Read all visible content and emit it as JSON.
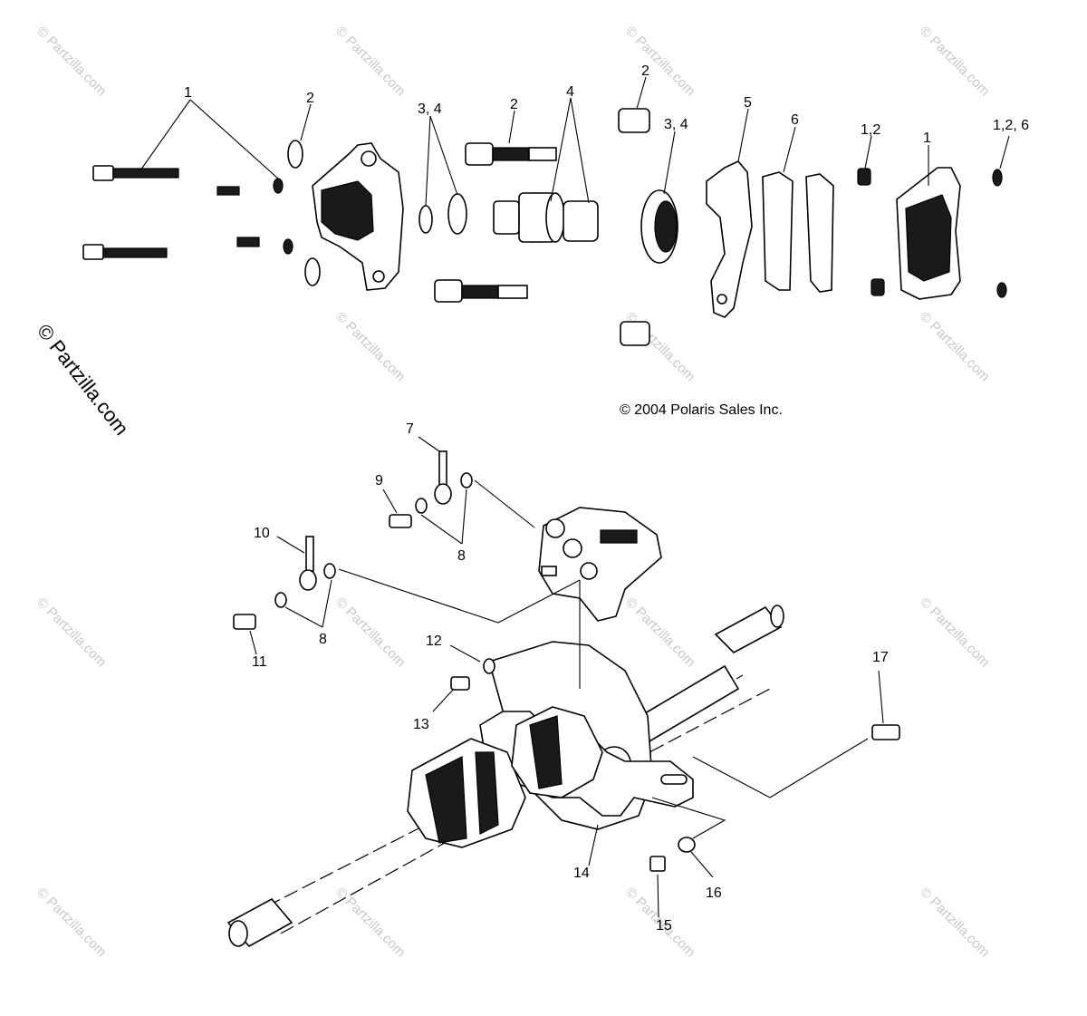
{
  "copyright": "© 2004 Polaris Sales Inc.",
  "side_watermark": "© Partzilla.com",
  "watermark_text": "© Partzilla.com",
  "callouts": {
    "c1a": "1",
    "c2a": "2",
    "c34a": "3, 4",
    "c2b": "2",
    "c4": "4",
    "c2c": "2",
    "c34b": "3, 4",
    "c5": "5",
    "c6": "6",
    "c12": "1,2",
    "c1b": "1",
    "c126": "1,2, 6",
    "c7": "7",
    "c9": "9",
    "c8a": "8",
    "c10": "10",
    "c8b": "8",
    "c11": "11",
    "c12n": "12",
    "c13": "13",
    "c14": "14",
    "c15": "15",
    "c16": "16",
    "c17": "17"
  }
}
